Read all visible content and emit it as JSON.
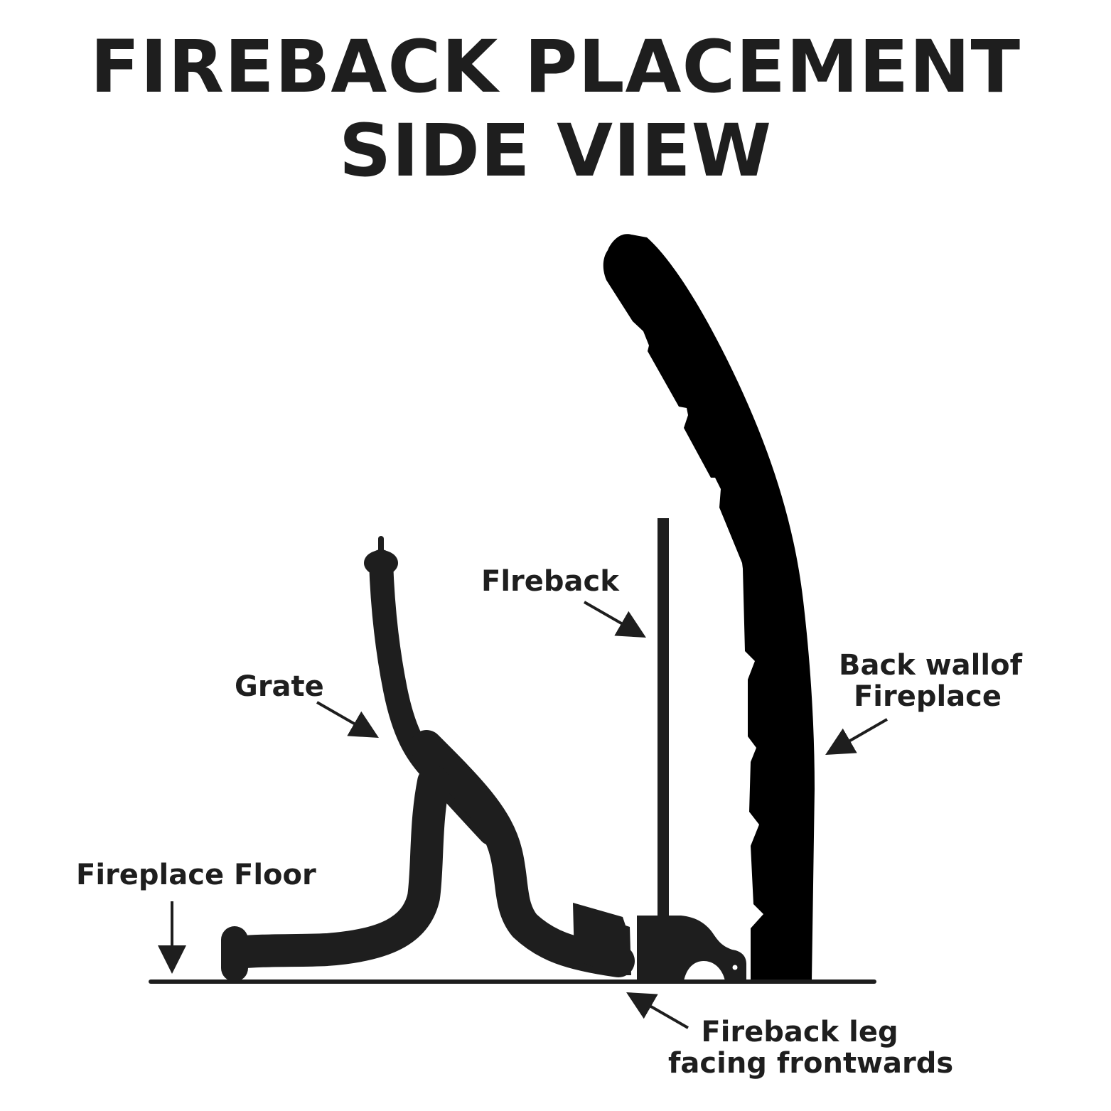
{
  "title": {
    "line1": "FIREBACK PLACEMENT",
    "line2": "SIDE VIEW"
  },
  "labels": {
    "fireback": "Flreback",
    "grate": "Grate",
    "back_wall_line1": "Back wallof",
    "back_wall_line2": "Fireplace",
    "fireplace_floor": "Fireplace Floor",
    "fireback_leg_line1": "Fireback leg",
    "fireback_leg_line2": "facing frontwards"
  },
  "colors": {
    "ink": "#1e1e1e",
    "wall": "#000000",
    "background": "#ffffff"
  }
}
